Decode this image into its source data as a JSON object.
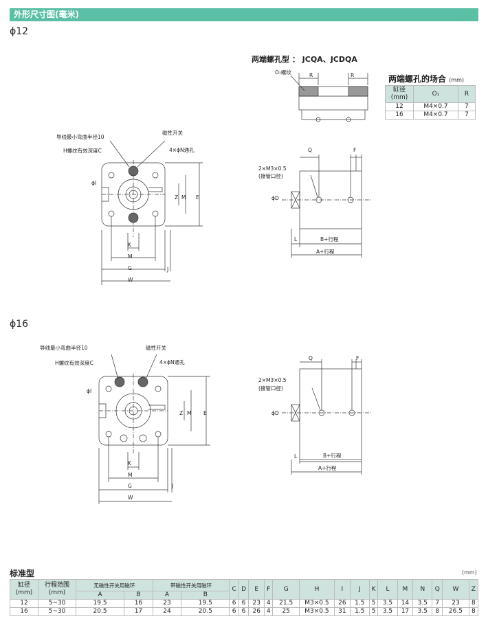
{
  "header": {
    "title": "外形尺寸图(毫米)"
  },
  "sizes": {
    "s12": "ϕ12",
    "s16": "ϕ16"
  },
  "side_view": {
    "title": "两端螺孔型 ： JCQA、JCDQA",
    "o_label": "O₁螺纹",
    "r1": "R",
    "r2": "R"
  },
  "ports_table": {
    "title": "两端螺孔的场合",
    "unit": "(mm)",
    "headers": [
      "缸径\n(mm)",
      "O₁",
      "R"
    ],
    "rows": [
      [
        "12",
        "M4×0.7",
        "7"
      ],
      [
        "16",
        "M4×0.7",
        "7"
      ]
    ]
  },
  "front12": {
    "labels": {
      "guide": "导线最小弯曲半径10",
      "switch": "磁性开关",
      "thread": "H螺纹有效深度C",
      "holes": "4×ϕN通孔",
      "i": "ϕI",
      "z": "Z",
      "m_v": "M",
      "e": "E",
      "k": "K",
      "m_h": "M",
      "g": "G",
      "j": "J",
      "w": "W"
    }
  },
  "port12": {
    "labels": {
      "q": "Q",
      "f": "F",
      "port1": "2×M3×0.5",
      "port2": "(接管口径)",
      "d": "ϕD",
      "l": "L",
      "b": "B+行程",
      "a": "A+行程"
    }
  },
  "front16": {
    "labels": {
      "guide": "导线最小弯曲半径10",
      "switch": "磁性开关",
      "thread": "H螺纹有效深度C",
      "holes": "4×ϕN通孔",
      "i": "ϕI",
      "z": "Z",
      "m_v": "M",
      "e": "E",
      "k": "K",
      "m_h": "M",
      "g": "G",
      "j": "J",
      "w": "W"
    }
  },
  "port16": {
    "labels": {
      "q": "Q",
      "f": "F",
      "port1": "2×M3×0.5",
      "port2": "(接管口径)",
      "d": "ϕD",
      "l": "L",
      "b": "B+行程",
      "a": "A+行程"
    }
  },
  "standard": {
    "title": "标准型",
    "unit": "(mm)",
    "h_bore": "缸径\n(mm)",
    "h_stroke": "行程范围\n(mm)",
    "h_no_mag": "无磁性开关用磁环",
    "h_mag": "带磁性开关用磁环",
    "h_sub": [
      "A",
      "B",
      "A",
      "B"
    ],
    "h_cols": [
      "C",
      "D",
      "E",
      "F",
      "G",
      "H",
      "I",
      "J",
      "K",
      "L",
      "M",
      "N",
      "Q",
      "W",
      "Z"
    ],
    "rows": [
      [
        "12",
        "5~30",
        "19.5",
        "16",
        "23",
        "19.5",
        "6",
        "6",
        "23",
        "4",
        "21.5",
        "M3×0.5",
        "26",
        "1.5",
        "5",
        "3.5",
        "14",
        "3.5",
        "7",
        "23",
        "8"
      ],
      [
        "16",
        "5~30",
        "20.5",
        "17",
        "24",
        "20.5",
        "6",
        "6",
        "26",
        "4",
        "25",
        "M3×0.5",
        "31",
        "1.5",
        "5",
        "3.5",
        "17",
        "3.5",
        "8",
        "26.5",
        "8"
      ]
    ]
  }
}
